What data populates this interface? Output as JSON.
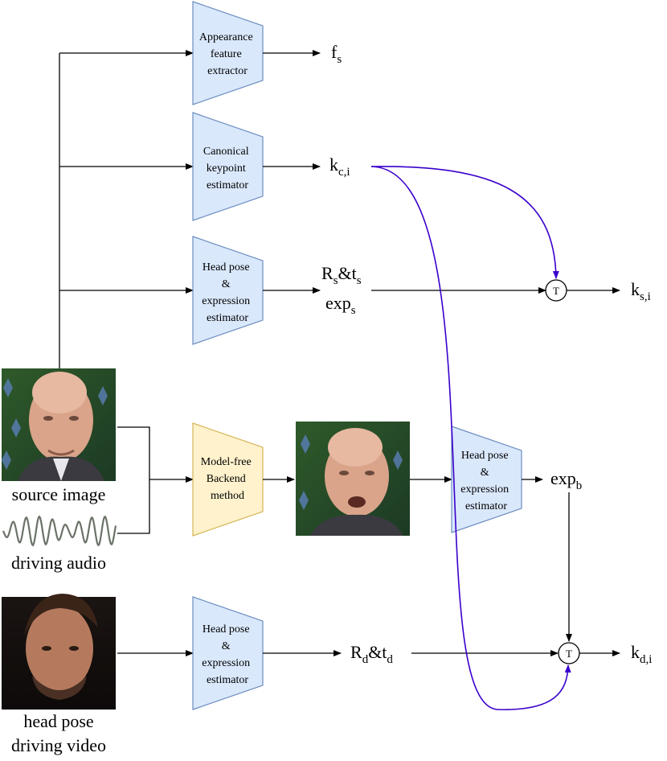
{
  "blocks": {
    "appearance": [
      "Appearance",
      "feature",
      "extractor"
    ],
    "canonical": [
      "Canonical",
      "keypoint",
      "estimator"
    ],
    "headpose_src": [
      "Head pose",
      "&",
      "expression",
      "estimator"
    ],
    "backend": [
      "Model-free",
      "Backend",
      "method"
    ],
    "headpose_mid": [
      "Head pose",
      "&",
      "expression",
      "estimator"
    ],
    "headpose_drv": [
      "Head pose",
      "&",
      "expression",
      "estimator"
    ]
  },
  "outputs": {
    "fs": {
      "base": "f",
      "sub": "s"
    },
    "kci": {
      "base": "k",
      "sub": "c,i"
    },
    "rsts": {
      "b1": "R",
      "s1": "s",
      "mid": "&t",
      "s2": "s"
    },
    "exps": {
      "base": "exp",
      "sub": "s"
    },
    "ksi": {
      "base": "k",
      "sub": "s,i"
    },
    "expb": {
      "base": "exp",
      "sub": "b"
    },
    "rdtd": {
      "b1": "R",
      "s1": "d",
      "mid": "&t",
      "s2": "d"
    },
    "kdi": {
      "base": "k",
      "sub": "d,i"
    }
  },
  "t_node_label": "T",
  "captions": {
    "source_image": "source image",
    "driving_audio": "driving audio",
    "video_line1": "head pose",
    "video_line2": "driving video"
  },
  "colors": {
    "blue_fill": "#dae8fc",
    "blue_stroke": "#6c8ebf",
    "yellow_fill": "#fff2cc",
    "yellow_stroke": "#d6b656",
    "purple": "#3a00cc"
  }
}
